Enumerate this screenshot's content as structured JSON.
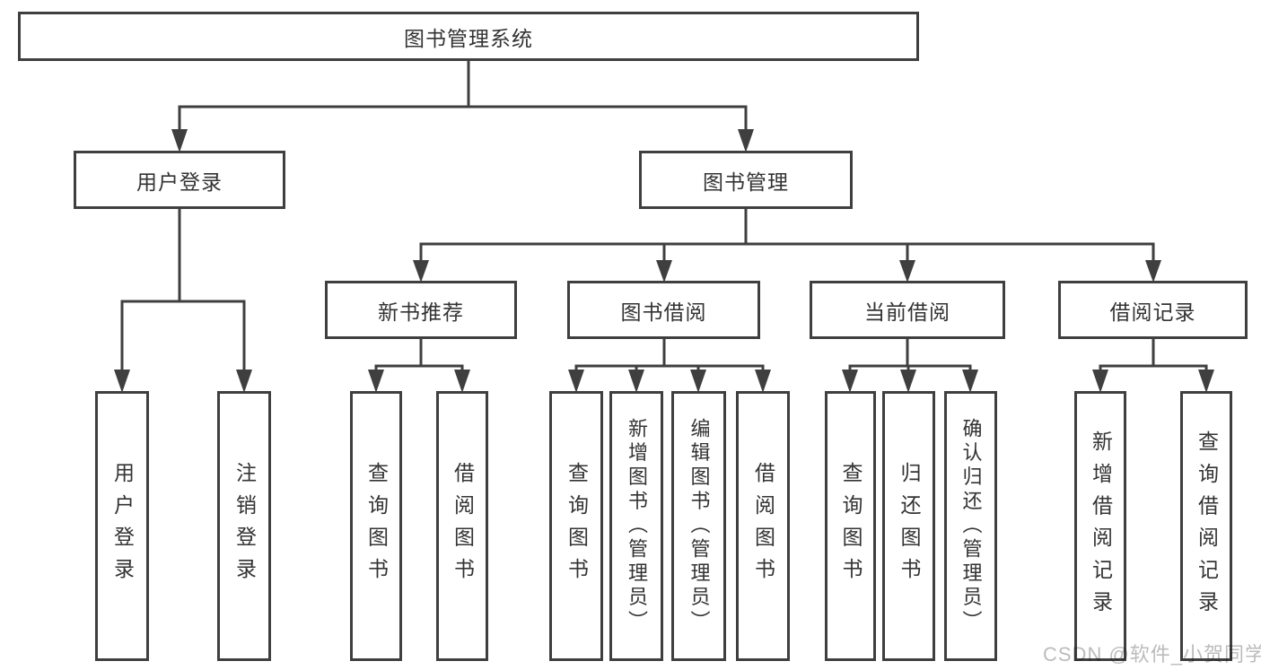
{
  "tree": {
    "root": {
      "label": "图书管理系统"
    },
    "children": [
      {
        "label": "用户登录",
        "children": [
          {
            "label": "用户登录"
          },
          {
            "label": "注销登录"
          }
        ]
      },
      {
        "label": "图书管理",
        "children": [
          {
            "label": "新书推荐",
            "children": [
              {
                "label": "查询图书"
              },
              {
                "label": "借阅图书"
              }
            ]
          },
          {
            "label": "图书借阅",
            "children": [
              {
                "label": "查询图书"
              },
              {
                "label": "新增图书（管理员）"
              },
              {
                "label": "编辑图书（管理员）"
              },
              {
                "label": "借阅图书"
              }
            ]
          },
          {
            "label": "当前借阅",
            "children": [
              {
                "label": "查询图书"
              },
              {
                "label": "归还图书"
              },
              {
                "label": "确认归还（管理员）"
              }
            ]
          },
          {
            "label": "借阅记录",
            "children": [
              {
                "label": "新增借阅记录"
              },
              {
                "label": "查询借阅记录"
              }
            ]
          }
        ]
      }
    ]
  },
  "watermark": {
    "text": "CSDN @软件_小贺同学"
  },
  "colors": {
    "line": "#3f3f3f",
    "text": "#333333",
    "watermark": "#bcbcbc",
    "background": "#ffffff"
  }
}
